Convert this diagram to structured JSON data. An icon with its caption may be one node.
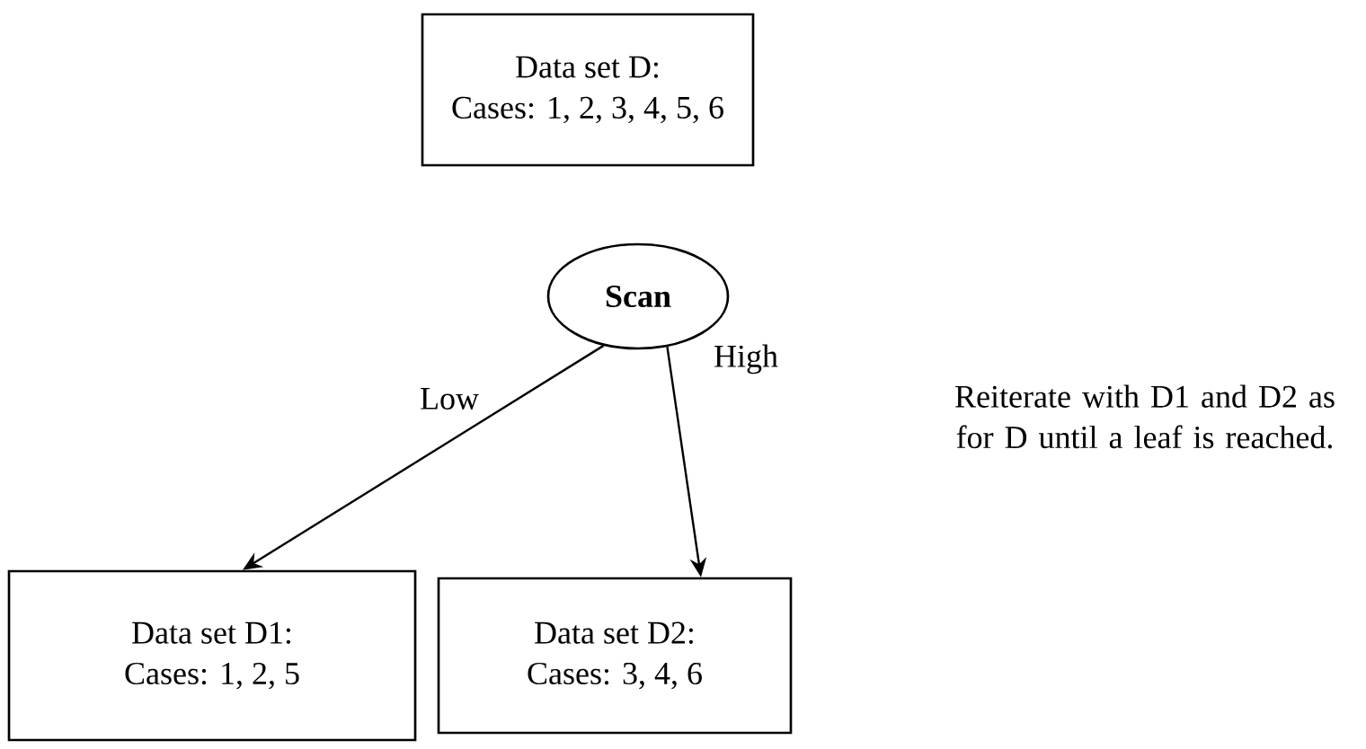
{
  "diagram": {
    "nodes": [
      {
        "text": [
          "Data set D:",
          "Cases: 1, 2, 3, 4, 5, 6"
        ]
      },
      {
        "text": [
          "**Scan**"
        ]
      },
      {
        "text": [
          "Data set D1:",
          "Cases: 1, 2, 5"
        ]
      },
      {
        "text": [
          "Data set D2:",
          "Cases: 3, 4, 6"
        ]
      }
    ],
    "edges": [
      {
        "from": 1,
        "to": 2,
        "arrow": "to",
        "label": "Low"
      },
      {
        "from": 1,
        "to": 3,
        "arrow": "to",
        "label": "High"
      }
    ],
    "labels": [
      "Reiterate with D1 and D2 as for D until a leaf is reached."
    ]
  }
}
